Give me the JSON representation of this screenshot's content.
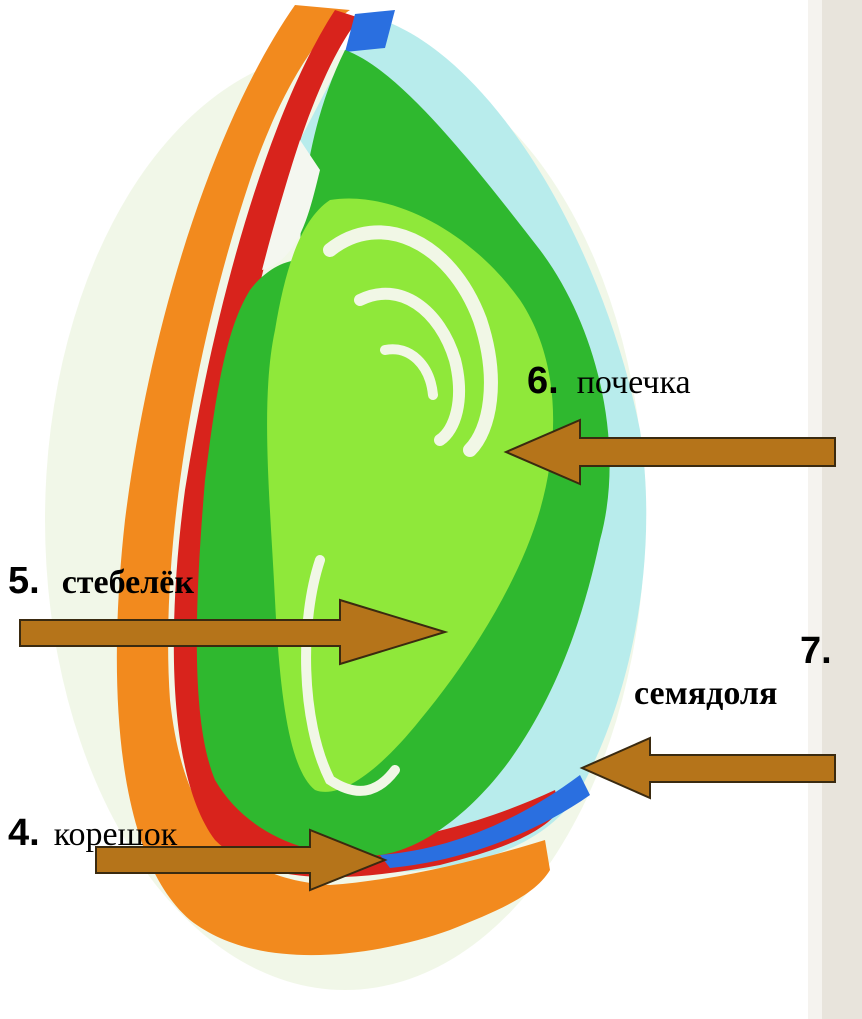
{
  "labels": {
    "bud": {
      "number": "6.",
      "text": "почечка"
    },
    "stem": {
      "number": "5.",
      "text": "стебелёк"
    },
    "cotyledon": {
      "number": "7.",
      "text": "семядоля"
    },
    "root": {
      "number": "4.",
      "text": "корешок"
    }
  },
  "colors": {
    "arrow": "#b5741a",
    "arrow_outline": "#3a2a10",
    "seed_coat_outer": "#f28a1e",
    "seed_coat_inner": "#d8231c",
    "embryo_dark": "#2fb82f",
    "embryo_light": "#8fe83a",
    "endosperm": "#b8ecec",
    "blue_layer": "#2a6fe0"
  }
}
